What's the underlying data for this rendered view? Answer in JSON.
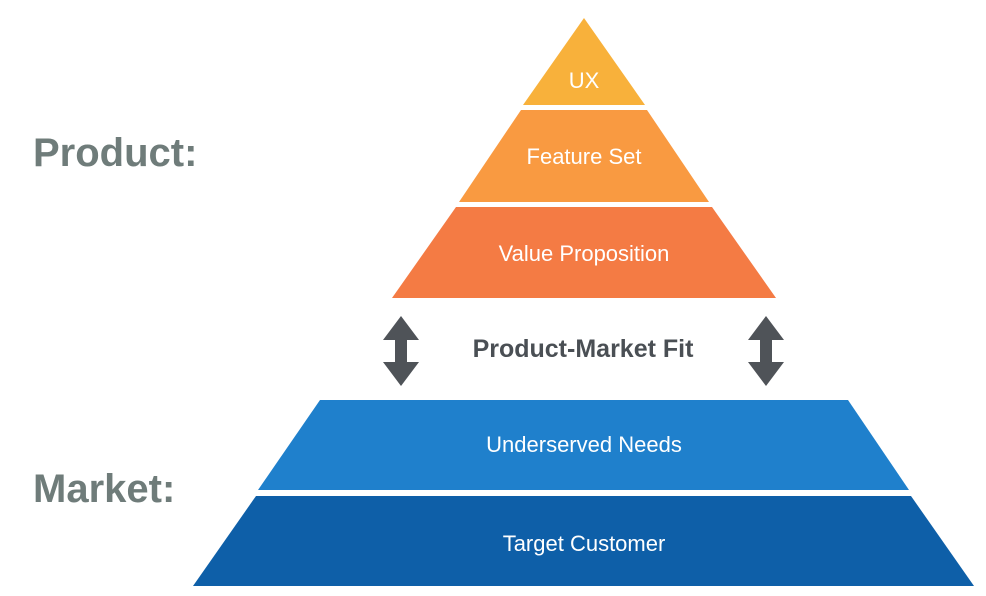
{
  "diagram": {
    "product_label": "Product:",
    "market_label": "Market:",
    "fit_label": "Product-Market Fit",
    "product_tiers": [
      {
        "label": "UX",
        "color": "#F8B13B"
      },
      {
        "label": "Feature Set",
        "color": "#F99A41"
      },
      {
        "label": "Value Proposition",
        "color": "#F47B44"
      }
    ],
    "market_tiers": [
      {
        "label": "Underserved Needs",
        "color": "#1F80CC"
      },
      {
        "label": "Target Customer",
        "color": "#0E5FA8"
      }
    ],
    "colors": {
      "side_label": "#6F7C7A",
      "fit_label": "#4A4F54",
      "arrow": "#4F5358",
      "tier_text": "#FFFFFF"
    },
    "icons": {
      "fit_arrows": "double-vertical-arrow-icon"
    }
  }
}
